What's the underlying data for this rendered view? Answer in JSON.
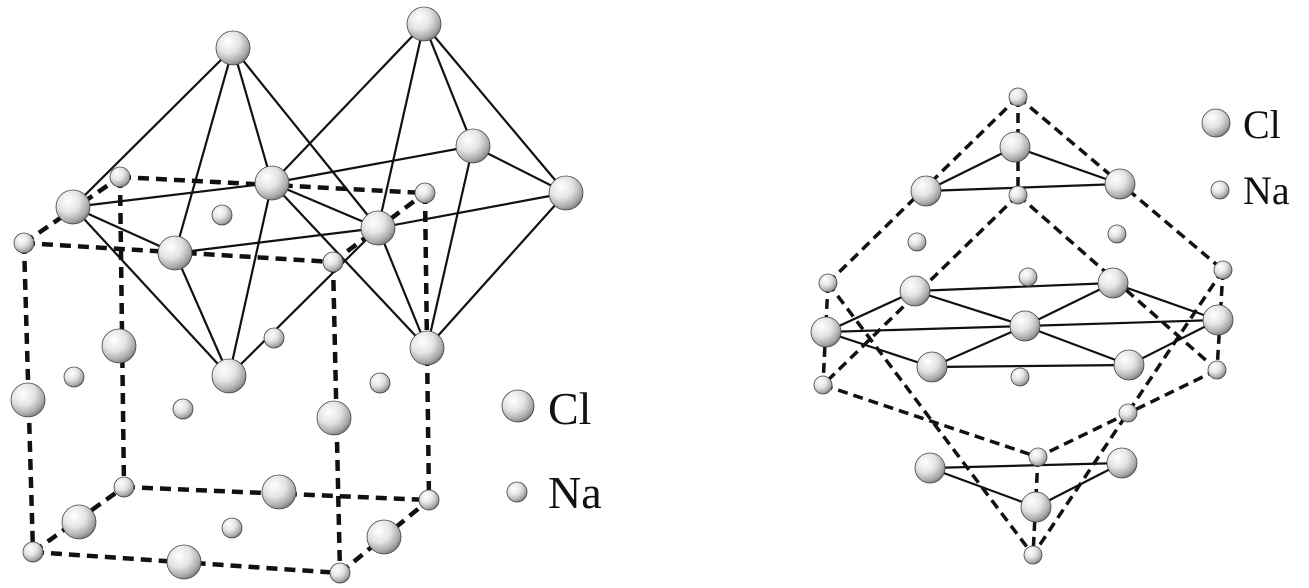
{
  "figure": {
    "left_legend": {
      "cl_label": "Cl",
      "na_label": "Na"
    },
    "right_legend": {
      "cl_label": "Cl",
      "na_label": "Na"
    }
  }
}
